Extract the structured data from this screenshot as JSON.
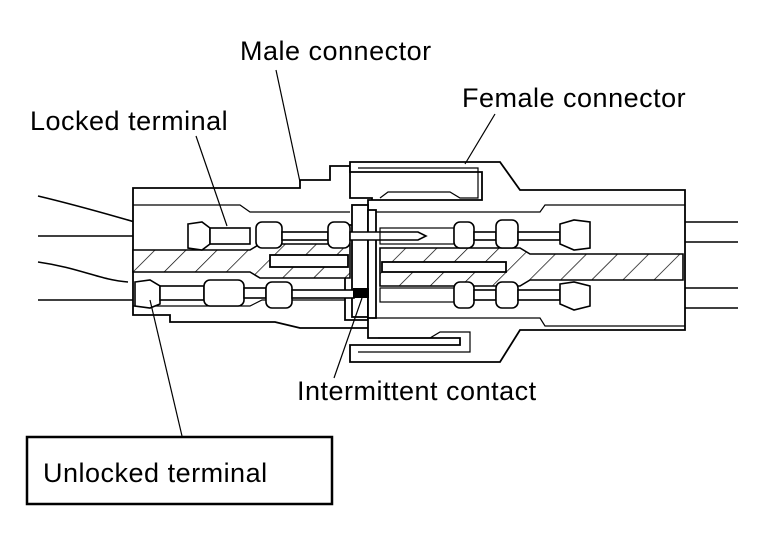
{
  "diagram": {
    "title": "Connector terminal intermittent contact",
    "labels": {
      "male_connector": "Male connector",
      "female_connector": "Female connector",
      "locked_terminal": "Locked terminal",
      "intermittent_contact": "Intermittent contact",
      "unlocked_terminal": "Unlocked terminal"
    },
    "colors": {
      "ink": "#000000",
      "background": "#ffffff"
    }
  }
}
